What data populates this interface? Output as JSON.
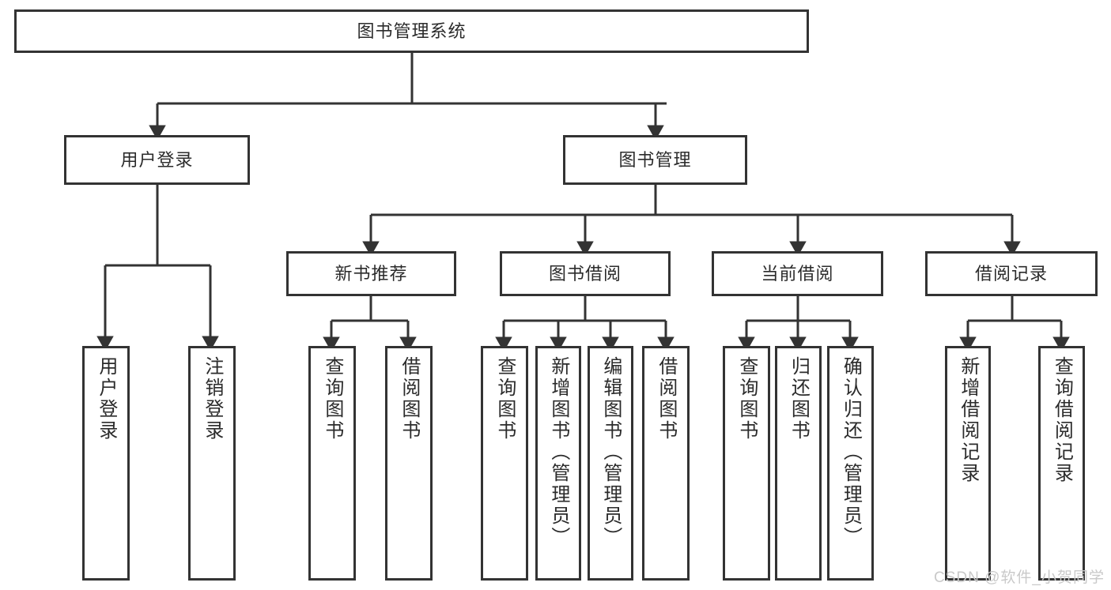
{
  "diagram": {
    "title": "图书管理系统",
    "type": "tree",
    "root": {
      "label": "图书管理系统"
    },
    "level1": [
      {
        "label": "用户登录"
      },
      {
        "label": "图书管理"
      }
    ],
    "level2": [
      {
        "label": "新书推荐"
      },
      {
        "label": "图书借阅"
      },
      {
        "label": "当前借阅"
      },
      {
        "label": "借阅记录"
      }
    ],
    "leaves": {
      "user_login": [
        {
          "label": "用户登录"
        },
        {
          "label": "注销登录"
        }
      ],
      "new_book_recommend": [
        {
          "label": "查询图书"
        },
        {
          "label": "借阅图书"
        }
      ],
      "book_borrow": [
        {
          "label": "查询图书"
        },
        {
          "label": "新增图书（管理员）"
        },
        {
          "label": "编辑图书（管理员）"
        },
        {
          "label": "借阅图书"
        }
      ],
      "current_borrow": [
        {
          "label": "查询图书"
        },
        {
          "label": "归还图书"
        },
        {
          "label": "确认归还（管理员）"
        }
      ],
      "borrow_record": [
        {
          "label": "新增借阅记录"
        },
        {
          "label": "查询借阅记录"
        }
      ]
    }
  },
  "watermark": {
    "text": "CSDN @软件_小贺同学"
  },
  "colors": {
    "border": "#333333",
    "text": "#2b2b2b",
    "background": "#ffffff",
    "watermark": "#c9c9c9"
  }
}
